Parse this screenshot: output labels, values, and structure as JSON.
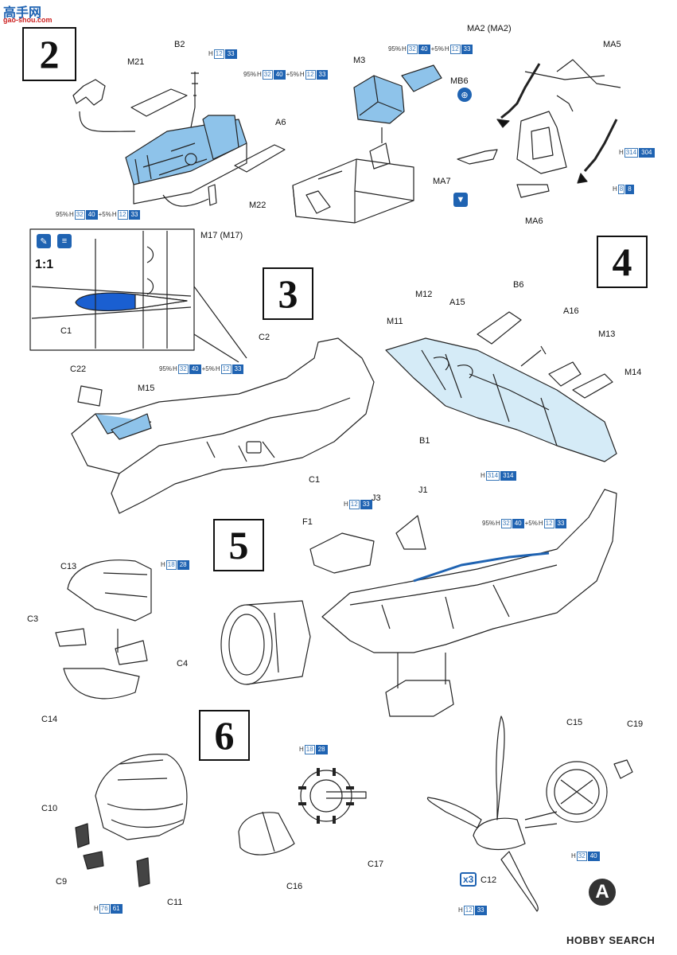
{
  "watermark": "gao-shou.com",
  "credit": "HOBBY SEARCH",
  "steps": {
    "s2": "2",
    "s3": "3",
    "s4": "4",
    "s5": "5",
    "s6": "6"
  },
  "paint_colors": {
    "blue_fill": "#8ec3ea",
    "paint_badge": "#1f63b2",
    "line": "#222222"
  },
  "callouts": {
    "step2": {
      "m21": "M21",
      "b2": "B2",
      "a6": "A6",
      "m22": "M22",
      "m17": "M17 (M17)",
      "m3": "M3",
      "mb6": "MB6",
      "ma2": "MA2 (MA2)",
      "ma5": "MA5",
      "ma7": "MA7",
      "ma6": "MA6"
    },
    "step3": {
      "ratio": "1:1",
      "c1a": "C1",
      "c2": "C2",
      "c22": "C22",
      "m15": "M15",
      "c1b": "C1"
    },
    "step4": {
      "m12": "M12",
      "a15": "A15",
      "b6": "B6",
      "m11": "M11",
      "a16": "A16",
      "m13": "M13",
      "m14": "M14",
      "b1": "B1"
    },
    "step5": {
      "j3": "J3",
      "j1": "J1",
      "f1": "F1",
      "c13": "C13",
      "c3": "C3",
      "c4": "C4",
      "c14": "C14"
    },
    "step6": {
      "c10": "C10",
      "c9": "C9",
      "c11": "C11",
      "c16": "C16",
      "c17": "C17",
      "c15": "C15",
      "c19": "C19",
      "c12": "C12",
      "x3": "x3",
      "sign_a": "A"
    }
  },
  "paint_refs": {
    "p_b2": {
      "code": "H",
      "num": "12",
      "fs": "33"
    },
    "p_m3": {
      "pct1": "95%",
      "code1": "H",
      "num1": "32",
      "fs1": "40",
      "plus": "+5%",
      "code2": "H",
      "num2": "12",
      "fs2": "33"
    },
    "p_mb6": {
      "pct1": "95%",
      "code1": "H",
      "num1": "32",
      "fs1": "40",
      "plus": "+5%",
      "code2": "H",
      "num2": "12",
      "fs2": "33"
    },
    "p_tub": {
      "pct1": "95%",
      "code1": "H",
      "num1": "32",
      "fs1": "40",
      "plus": "+5%",
      "code2": "H",
      "num2": "12",
      "fs2": "33"
    },
    "p_ma5": {
      "code": "H",
      "num": "314",
      "fs": "304"
    },
    "p_ma6": {
      "code": "H",
      "num": "8",
      "fs": "8"
    },
    "p_s3": {
      "pct1": "95%",
      "code1": "H",
      "num1": "32",
      "fs1": "40",
      "plus": "+5%",
      "code2": "H",
      "num2": "12",
      "fs2": "33"
    },
    "p_s4": {
      "code": "H",
      "num": "314",
      "fs": "314"
    },
    "p_j3": {
      "code": "H",
      "num": "12",
      "fs": "33"
    },
    "p_s5": {
      "pct1": "95%",
      "code1": "H",
      "num1": "32",
      "fs1": "40",
      "plus": "+5%",
      "code2": "H",
      "num2": "12",
      "fs2": "33"
    },
    "p_c13": {
      "code": "H",
      "num": "18",
      "fs": "28"
    },
    "p_c11": {
      "code": "H",
      "num": "76",
      "fs": "61"
    },
    "p_c17": {
      "code": "H",
      "num": "18",
      "fs": "28"
    },
    "p_c15": {
      "code": "H",
      "num": "32",
      "fs": "40"
    },
    "p_c12": {
      "code": "H",
      "num": "12",
      "fs": "33"
    }
  }
}
